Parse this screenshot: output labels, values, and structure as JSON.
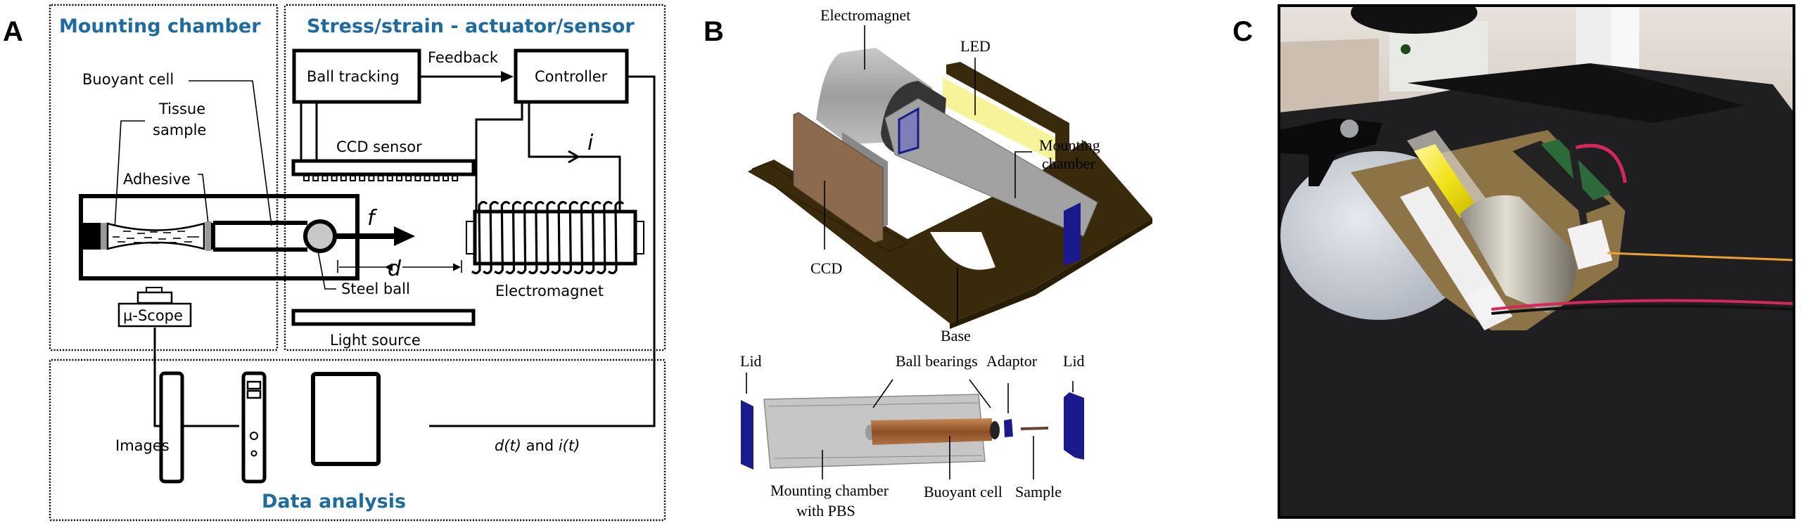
{
  "panels": {
    "a": {
      "letter": "A",
      "sections": {
        "mounting_chamber": "Mounting chamber",
        "stress_strain": "Stress/strain - actuator/sensor",
        "data_analysis": "Data analysis"
      },
      "labels": {
        "buoyant_cell": "Buoyant cell",
        "tissue_sample_line1": "Tissue",
        "tissue_sample_line2": "sample",
        "adhesive": "Adhesive",
        "steel_ball": "Steel ball",
        "microscope": "µ-Scope",
        "ball_tracking": "Ball tracking",
        "feedback": "Feedback",
        "controller": "Controller",
        "ccd_sensor": "CCD sensor",
        "current": "i",
        "force": "f",
        "distance": "d",
        "electromagnet": "Electromagnet",
        "light_source": "Light source",
        "images": "Images",
        "signals_d": "d(t)",
        "signals_and": " and ",
        "signals_i": "i(t)"
      },
      "coil_turns": 13
    },
    "b": {
      "letter": "B",
      "labels": {
        "electromagnet": "Electromagnet",
        "led": "LED",
        "mounting_chamber_line1": "Mounting",
        "mounting_chamber_line2": "chamber",
        "ccd": "CCD",
        "base": "Base",
        "lid_left": "Lid",
        "lid_right": "Lid",
        "ball_bearings": "Ball bearings",
        "adaptor": "Adaptor",
        "mounting_chamber_pbs_line1": "Mounting chamber",
        "mounting_chamber_pbs_line2": "with PBS",
        "buoyant_cell": "Buoyant cell",
        "sample": "Sample"
      },
      "colors": {
        "base": "#3a2a0c",
        "ccd_board": "#8b6a4e",
        "electromagnet": "#9a9a9a",
        "led": "#f6f39a",
        "lid": "#1a1a8c",
        "buoyant_cell": "#a8693a",
        "chamber": "#b8b8b8"
      }
    },
    "c": {
      "letter": "C",
      "photo_description": "Photograph of the assembled device mounted on a microscope stage"
    }
  }
}
